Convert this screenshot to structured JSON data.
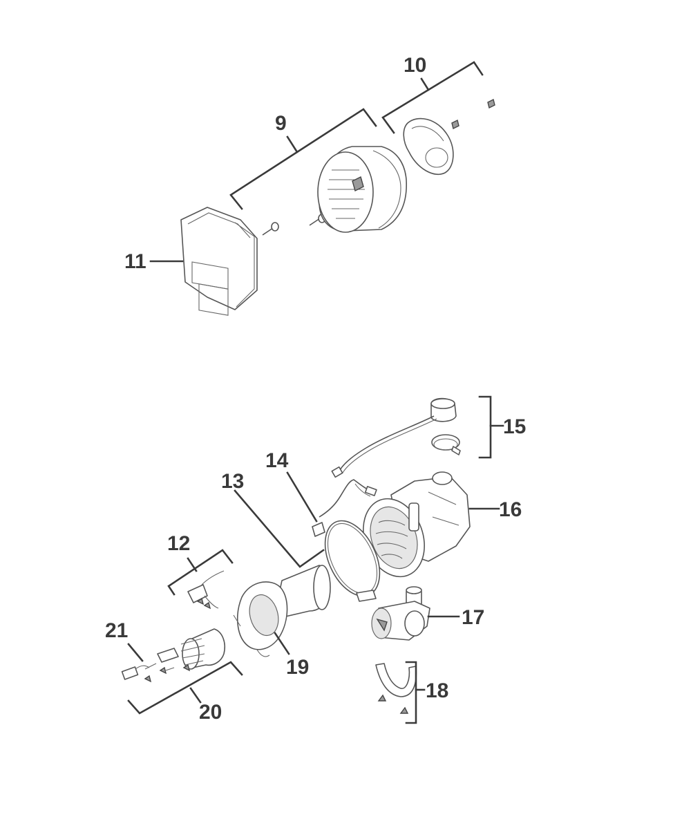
{
  "diagram": {
    "callouts": {
      "c9": "9",
      "c10": "10",
      "c11": "11",
      "c12": "12",
      "c13": "13",
      "c14": "14",
      "c15": "15",
      "c16": "16",
      "c17": "17",
      "c18": "18",
      "c19": "19",
      "c20": "20",
      "c21": "21"
    },
    "colors": {
      "ink": "#3a3a3a",
      "part_outline": "#555555",
      "background": "#ffffff"
    }
  }
}
